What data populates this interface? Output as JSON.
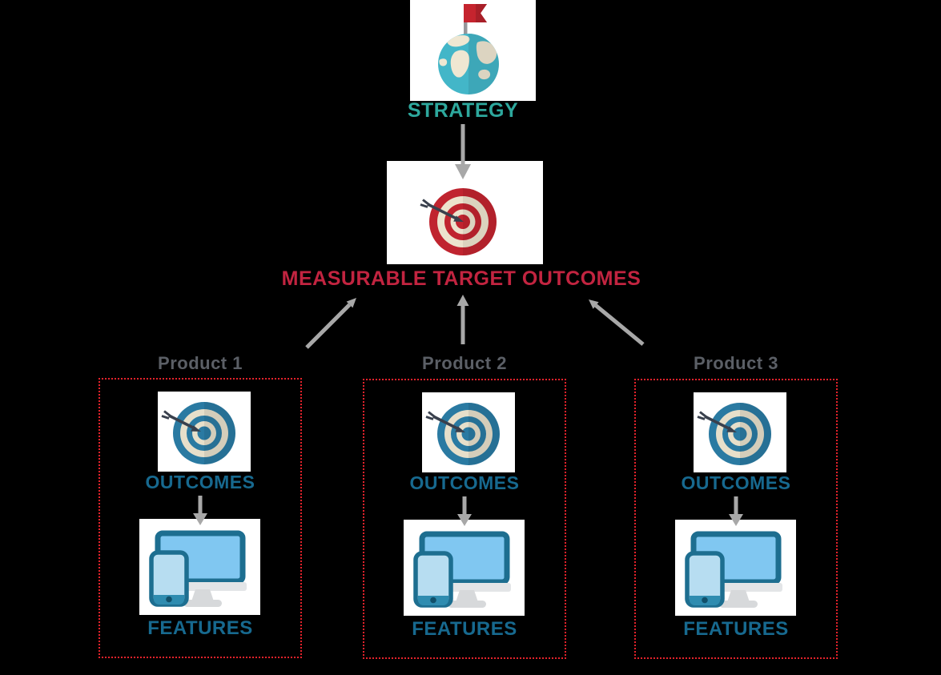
{
  "diagram": {
    "strategy": {
      "label": "STRATEGY"
    },
    "measurable_target_outcomes": {
      "label": "MEASURABLE TARGET OUTCOMES"
    },
    "products": [
      {
        "name": "Product 1",
        "outcomes": "OUTCOMES",
        "features": "FEATURES"
      },
      {
        "name": "Product 2",
        "outcomes": "OUTCOMES",
        "features": "FEATURES"
      },
      {
        "name": "Product 3",
        "outcomes": "OUTCOMES",
        "features": "FEATURES"
      }
    ],
    "colors": {
      "background": "#000000",
      "strategy_teal": "#2da89d",
      "outcomes_red_text": "#c22440",
      "bullseye_red": "#c0242f",
      "bullseye_blue": "#2a7aa2",
      "ring_cream": "#ece3cd",
      "product_blue_text": "#17698f",
      "product_label_gray": "#5b5f66",
      "arrow_gray": "#a8a8a8",
      "dashed_border_red": "#e3222b",
      "dart_navy": "#39404d",
      "device_border_blue": "#1d6e90",
      "screen_blue": "#80c7f1"
    }
  }
}
